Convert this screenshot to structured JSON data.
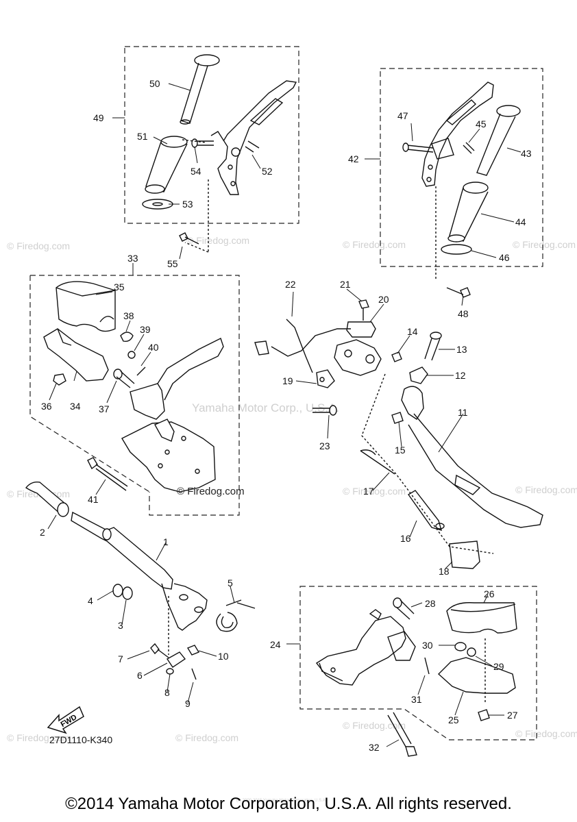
{
  "diagram_code": "27D1110-K340",
  "copyright": "©2014 Yamaha Motor Corporation, U.S.A. All rights reserved.",
  "center_watermark": "Yamaha Motor Corp., U.S.A.",
  "watermark": "© Firedog.com",
  "fine_print": "(c) 2000-2015 Yamaha Motor Corporation, U.S.A.",
  "fwd_label": "FWD",
  "callouts": {
    "1": "1",
    "2": "2",
    "3": "3",
    "4": "4",
    "5": "5",
    "6": "6",
    "7": "7",
    "8": "8",
    "9": "9",
    "10": "10",
    "11": "11",
    "12": "12",
    "13": "13",
    "14": "14",
    "15": "15",
    "16": "16",
    "17": "17",
    "18": "18",
    "19": "19",
    "20": "20",
    "21": "21",
    "22": "22",
    "23": "23",
    "24": "24",
    "25": "25",
    "26": "26",
    "27": "27",
    "28": "28",
    "29": "29",
    "30": "30",
    "31": "31",
    "32": "32",
    "33": "33",
    "34": "34",
    "35": "35",
    "36": "36",
    "37": "37",
    "38": "38",
    "39": "39",
    "40": "40",
    "41": "41",
    "42": "42",
    "43": "43",
    "44": "44",
    "45": "45",
    "46": "46",
    "47": "47",
    "48": "48",
    "49": "49",
    "50": "50",
    "51": "51",
    "52": "52",
    "53": "53",
    "54": "54",
    "55": "55"
  }
}
